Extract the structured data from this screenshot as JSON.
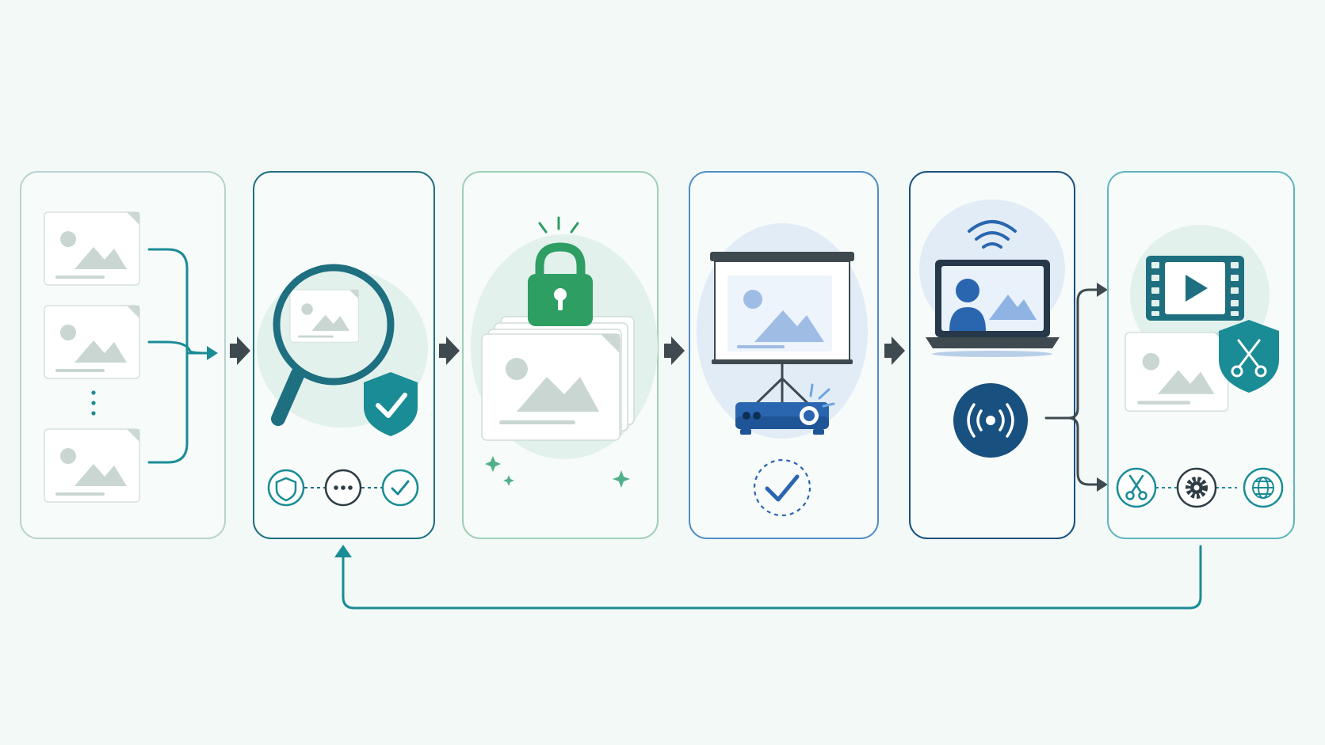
{
  "diagram": {
    "stages": [
      {
        "id": "source-files",
        "icon": "image-file-icon"
      },
      {
        "id": "inspection",
        "icon": "magnifier-icon"
      },
      {
        "id": "locking",
        "icon": "padlock-icon"
      },
      {
        "id": "projection",
        "icon": "projector-screen-icon"
      },
      {
        "id": "streaming",
        "icon": "laptop-video-call-icon"
      },
      {
        "id": "editing",
        "icon": "film-strip-icon"
      }
    ],
    "step_icons": {
      "inspection": [
        "shield-outline-icon",
        "ellipsis-icon",
        "checkmark-icon"
      ],
      "editing": [
        "scissors-icon",
        "gear-icon",
        "globe-icon"
      ]
    },
    "colors": {
      "background": "#f3f9f7",
      "teal": "#1a8c96",
      "dark_teal": "#1e6f80",
      "green": "#2e9e62",
      "blue": "#2a66b0",
      "navy": "#18507f",
      "arrow": "#3e4a50",
      "thumbnail": "#c9d6d2"
    }
  }
}
